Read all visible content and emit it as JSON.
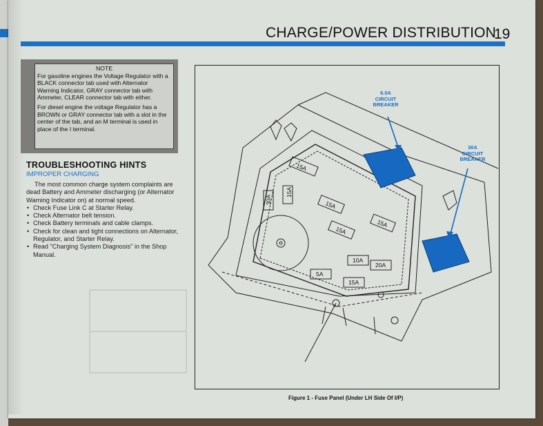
{
  "header": {
    "title": "CHARGE/POWER DISTRIBUTION",
    "page_number": "19"
  },
  "note": {
    "title": "NOTE",
    "para1": "For gasoline engines the Voltage Regulator with a BLACK connector tab used with Alternator Warning Indicator, GRAY connector tab with Ammeter, CLEAR connector tab with either.",
    "para2": "For diesel engine the voltage Regulator has a BROWN or GRAY connector tab with a slot in the center of the tab, and an M terminal is used in place of the I terminal."
  },
  "hints": {
    "title": "TROUBLESHOOTING HINTS",
    "subtitle": "IMPROPER CHARGING",
    "intro": "The most common charge system complaints are dead Battery and Ammeter discharging (or Alternator Warning Indicator on) at normal speed.",
    "items": [
      "Check Fuse Link C at Starter Relay.",
      "Check Alternator belt tension.",
      "Check Battery terminals and cable clamps.",
      "Check for clean and tight connections on Alternator, Regulator, and Starter Relay.",
      "Read \"Charging System Diagnosis\" in the Shop Manual."
    ]
  },
  "figure": {
    "caption": "Figure 1 - Fuse Panel (Under LH Side Of I/P)",
    "breaker1_amp": "6.0A",
    "breaker1_text": "CIRCUIT BREAKER",
    "breaker2_amp": "30A",
    "breaker2_text": "CIRCUIT BREAKER",
    "fuses": [
      "15A",
      "30A",
      "15A",
      "15A",
      "15A",
      "15A",
      "10A",
      "20A",
      "5A",
      "15A"
    ]
  },
  "colors": {
    "accent": "#1a72c8",
    "breaker": "#1668c0",
    "page": "#dde1dc"
  }
}
